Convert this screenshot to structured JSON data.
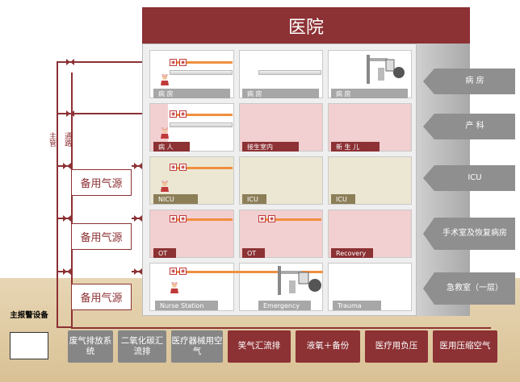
{
  "title": "医院",
  "pipe_labels": {
    "main": "主管",
    "branch": "通路"
  },
  "floors": [
    {
      "rooms": [
        "病 房",
        "病 房",
        "病 房"
      ]
    },
    {
      "rooms": [
        "病 人",
        "接生室内",
        "新 生 儿"
      ]
    },
    {
      "rooms": [
        "NICU",
        "ICU",
        "ICU"
      ]
    },
    {
      "rooms": [
        "OT",
        "OT",
        "Recovery"
      ]
    },
    {
      "rooms": [
        "Nurse Station",
        "Emergency",
        "Trauma"
      ]
    }
  ],
  "side_labels": [
    "病 房",
    "产 科",
    "ICU",
    "手术室及恢复病房",
    "急救室（一层）"
  ],
  "backup": [
    "备用气源",
    "备用气源",
    "备用气源"
  ],
  "alarm": "主报警设备",
  "bottom": [
    {
      "label": "废气排放系统",
      "style": "gray"
    },
    {
      "label": "二氧化碳汇流排",
      "style": "gray"
    },
    {
      "label": "医疗器械用空气",
      "style": "gray"
    },
    {
      "label": "笑气汇流排",
      "style": "red"
    },
    {
      "label": "液氧＋备份",
      "style": "red"
    },
    {
      "label": "医疗用负压",
      "style": "red"
    },
    {
      "label": "医用压缩空气",
      "style": "red"
    }
  ],
  "colors": {
    "brand": "#8c3134",
    "ground": "#d9c195",
    "orange": "#f08f3f",
    "pink": "#f2cfd0",
    "beige": "#ece7d3",
    "gray": "#868686"
  }
}
